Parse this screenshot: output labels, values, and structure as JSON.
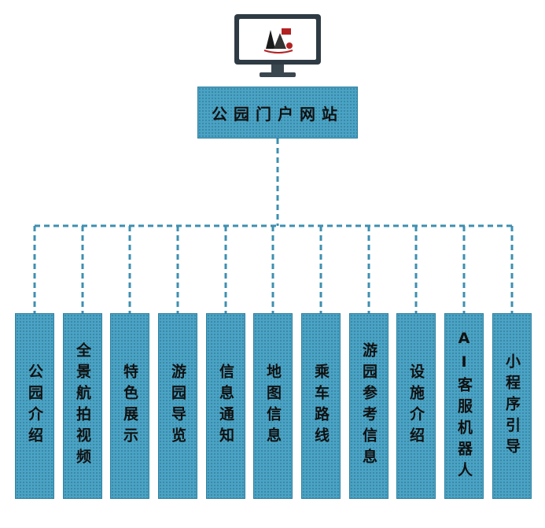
{
  "diagram": {
    "root": {
      "label": "公园门户网站",
      "icon": "monitor-logo-icon"
    },
    "children": [
      {
        "label": "公园介绍"
      },
      {
        "label": "全景航拍视频"
      },
      {
        "label": "特色展示"
      },
      {
        "label": "游园导览"
      },
      {
        "label": "信息通知"
      },
      {
        "label": "地图信息"
      },
      {
        "label": "乘车路线"
      },
      {
        "label": "游园参考信息"
      },
      {
        "label": "设施介绍"
      },
      {
        "label": "AI客服机器人"
      },
      {
        "label": "小程序引导"
      }
    ],
    "colors": {
      "box_fill": "#4aa3c4",
      "box_border": "#2f7f9f",
      "connector": "#3e8fb0"
    }
  }
}
